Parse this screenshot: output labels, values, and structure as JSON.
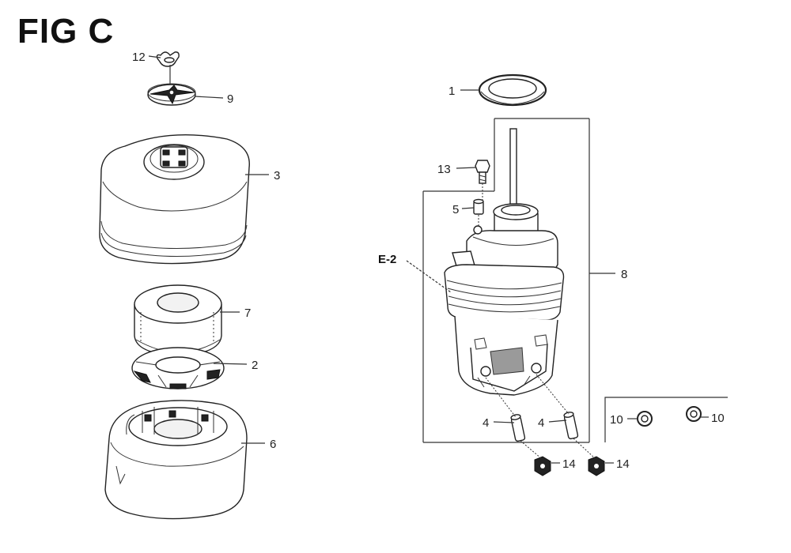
{
  "figure": {
    "title": "FIG C"
  },
  "callouts": {
    "c12": "12",
    "c9": "9",
    "c3": "3",
    "c7": "7",
    "c2": "2",
    "c6": "6",
    "c1": "1",
    "c13": "13",
    "c5": "5",
    "ce2": "E-2",
    "c8": "8",
    "c4a": "4",
    "c4b": "4",
    "c14a": "14",
    "c14b": "14",
    "c10a": "10",
    "c10b": "10"
  },
  "parts": [
    {
      "ref": "1",
      "name": "gasket"
    },
    {
      "ref": "2",
      "name": "filter grid"
    },
    {
      "ref": "3",
      "name": "air cleaner cover"
    },
    {
      "ref": "4",
      "name": "collar"
    },
    {
      "ref": "5",
      "name": "collar"
    },
    {
      "ref": "6",
      "name": "air cleaner base"
    },
    {
      "ref": "7",
      "name": "filter element"
    },
    {
      "ref": "8",
      "name": "elbow assembly"
    },
    {
      "ref": "9",
      "name": "grommet plate"
    },
    {
      "ref": "10",
      "name": "nut"
    },
    {
      "ref": "12",
      "name": "wing nut"
    },
    {
      "ref": "13",
      "name": "bolt"
    },
    {
      "ref": "14",
      "name": "nut"
    }
  ]
}
